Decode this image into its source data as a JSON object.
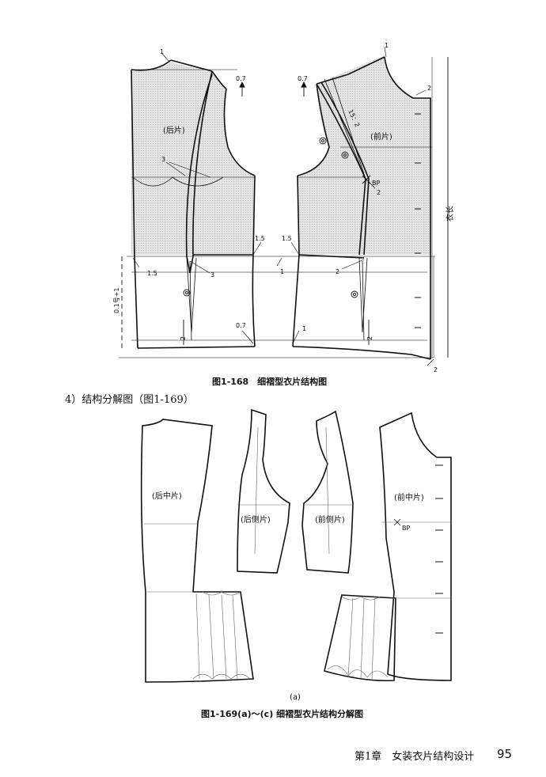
{
  "figure1": {
    "caption": "图1-168　细褶型衣片结构图",
    "labels": {
      "back_piece": "(后片)",
      "front_piece": "(前片)",
      "bp": "BP",
      "body_length": "衣长",
      "ratio": "15：2",
      "hip_formula": "0.1号+1",
      "n_0_7_left": "0.7",
      "n_0_7_right": "0.7",
      "n_0_7_bottom": "0.7",
      "n_1_top_left": "1",
      "n_1_top_right": "1",
      "n_2_neck": "2",
      "n_3_back": "3",
      "n_3_back_lower": "3",
      "n_2_bp": "2",
      "n_2_front_lower": "2",
      "n_1_5_side_left": "1.5",
      "n_1_5_side_right": "1.5",
      "n_1_5_cb": "1.5",
      "n_1_waist": "1",
      "n_1_hem": "1",
      "n_2_hem_left": "2",
      "n_2_hem_right": "2",
      "n_2_hem_corner": "2"
    }
  },
  "section_heading": "4）结构分解图（图1-169）",
  "figure2": {
    "caption": "图1-169(a)～(c)  细褶型衣片结构分解图",
    "sub_label": "(a)",
    "labels": {
      "back_center": "(后中片)",
      "back_side": "(后侧片)",
      "front_side": "(前侧片)",
      "front_center": "(前中片)",
      "bp": "BP"
    }
  },
  "footer": {
    "chapter": "第1章　女装衣片结构设计",
    "page_number": "95"
  }
}
